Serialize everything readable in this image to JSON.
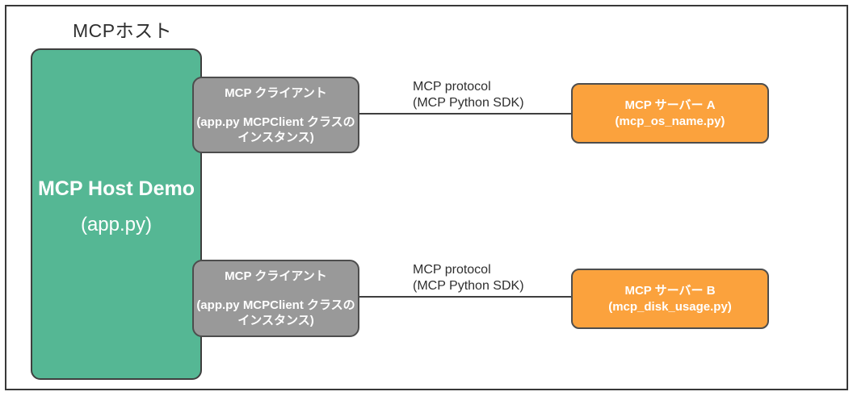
{
  "group_label": "MCPホスト",
  "host": {
    "title": "MCP Host Demo",
    "subtitle": "(app.py)"
  },
  "clients": [
    {
      "title": "MCP クライアント",
      "detail_line1": "(app.py MCPClient クラスの",
      "detail_line2": "インスタンス)"
    },
    {
      "title": "MCP クライアント",
      "detail_line1": "(app.py MCPClient クラスの",
      "detail_line2": "インスタンス)"
    }
  ],
  "connections": [
    {
      "label_line1": "MCP protocol",
      "label_line2": "(MCP Python SDK)"
    },
    {
      "label_line1": "MCP protocol",
      "label_line2": "(MCP Python SDK)"
    }
  ],
  "servers": [
    {
      "title": "MCP サーバー A",
      "subtitle": "(mcp_os_name.py)"
    },
    {
      "title": "MCP サーバー B",
      "subtitle": "(mcp_disk_usage.py)"
    }
  ],
  "colors": {
    "host_fill": "#55b794",
    "client_fill": "#999999",
    "server_fill": "#fba23d",
    "stroke": "#3f3f3f",
    "text_light": "#ffffff",
    "text_dark": "#2f2f2f"
  }
}
